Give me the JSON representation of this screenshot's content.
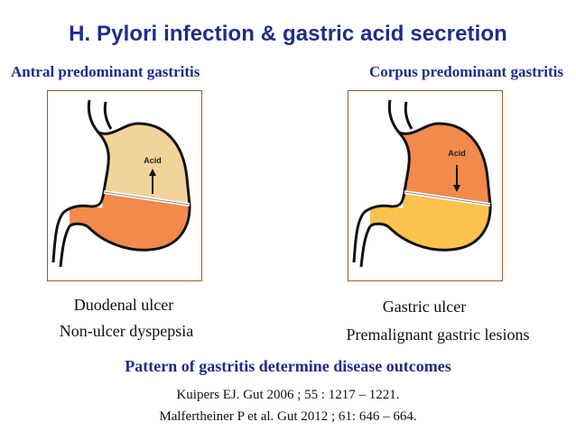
{
  "title": "H. Pylori infection & gastric acid secretion",
  "left": {
    "heading": "Antral predominant gastritis",
    "acid_label": "Acid",
    "acid_direction": "up",
    "outcome_1": "Duodenal ulcer",
    "outcome_2": "Non-ulcer dyspepsia",
    "colors": {
      "upper": "#f2d49a",
      "lower": "#f28a4c"
    }
  },
  "right": {
    "heading": "Corpus predominant gastritis",
    "acid_label": "Acid",
    "acid_direction": "down",
    "outcome_1": "Gastric ulcer",
    "outcome_2": "Premalignant gastric lesions",
    "colors": {
      "upper": "#f28a4c",
      "lower": "#fbc24e"
    }
  },
  "conclusion": "Pattern of gastritis determine disease outcomes",
  "references": [
    "Kuipers EJ. Gut 2006 ; 55 : 1217 – 1221.",
    "Malfertheiner P et al. Gut 2012 ; 61: 646 – 664."
  ],
  "accent_color": "#1f2d8a"
}
